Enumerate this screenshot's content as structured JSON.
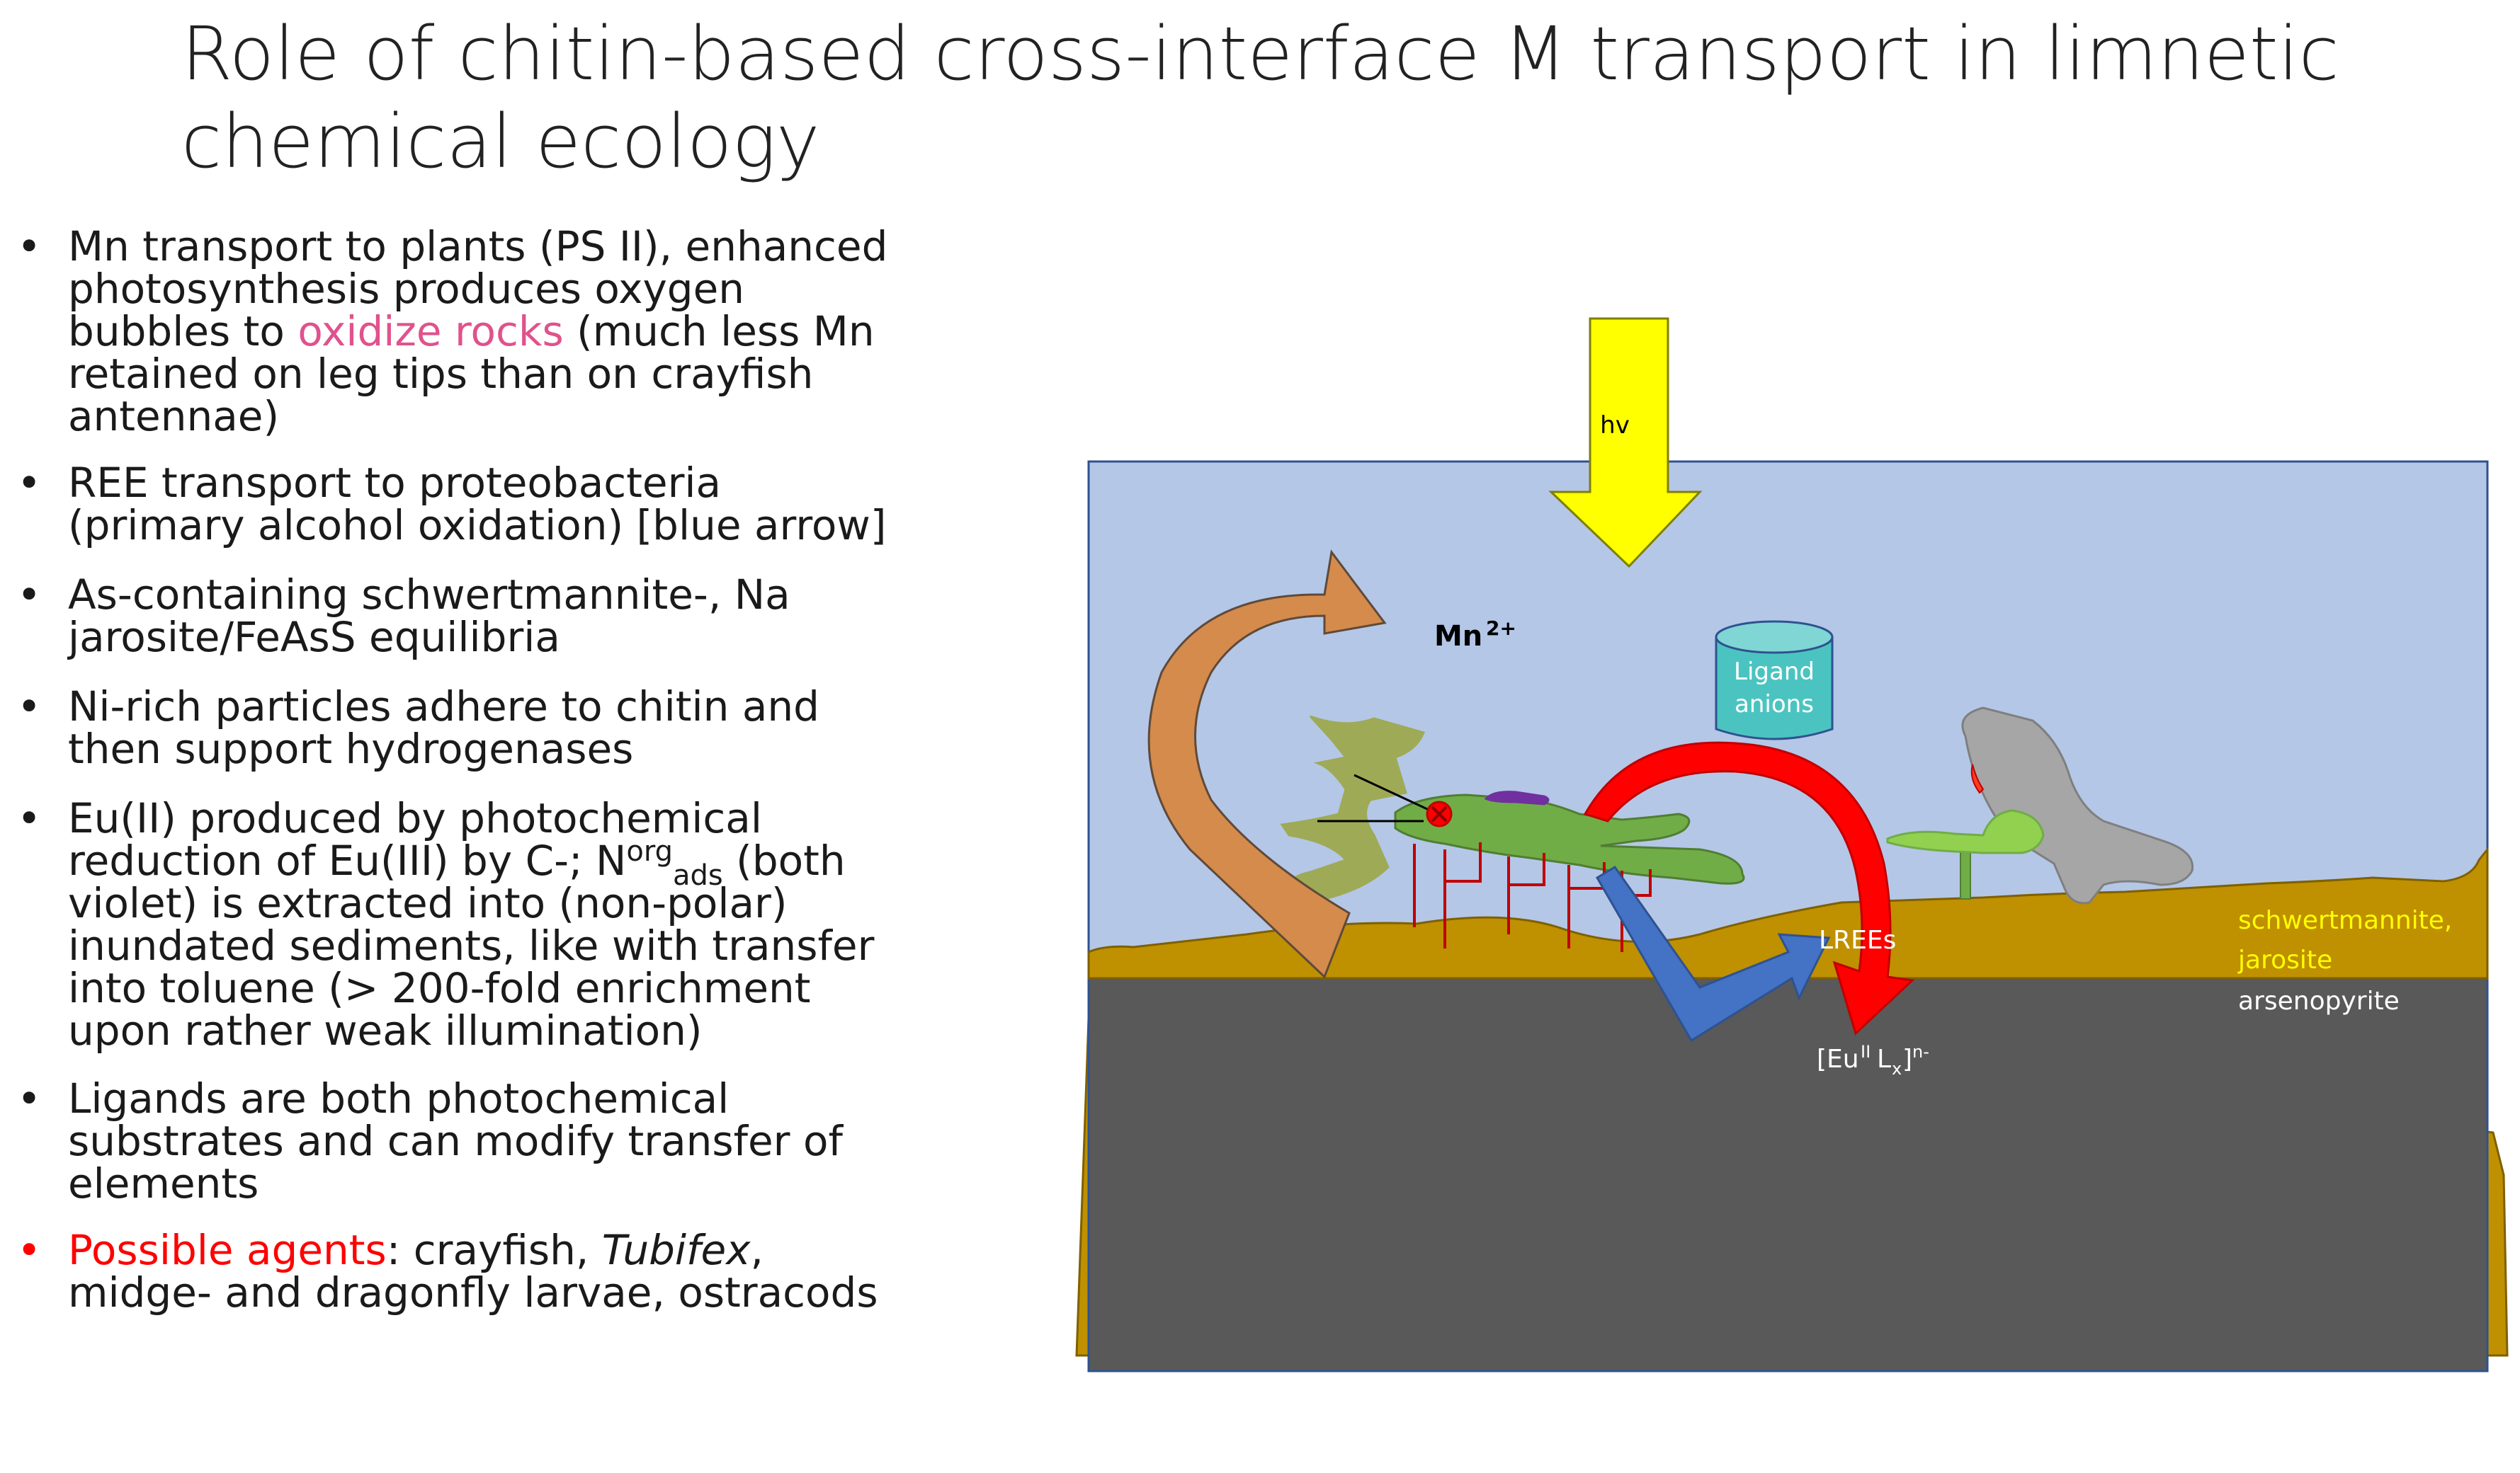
{
  "title": "Role of chitin-based cross-interface M transport in limnetic chemical ecology",
  "bullets": [
    {
      "text_before": "Mn transport to plants (PS II), enhanced photosynthesis produces oxygen bubbles to ",
      "highlight": "oxidize rocks",
      "text_after": " (much less Mn retained on leg tips than on crayfish antennae)"
    },
    {
      "text": "REE transport to proteobacteria (primary alcohol oxidation) [blue arrow]"
    },
    {
      "text": "As-containing schwertmannite-, Na jarosite/FeAsS equilibria"
    },
    {
      "text": "Ni-rich particles adhere to chitin and then support hydrogenases"
    },
    {
      "text_before": "Eu(II) produced by photochemical reduction of Eu(III) by C-; N",
      "sup": "org",
      "sub": "ads",
      "text_after": " (both violet) is extracted into (non-polar) inundated sediments, like with transfer into toluene (> 200-fold enrichment upon rather weak illumination)"
    },
    {
      "text": "Ligands are both photochemical substrates and can modify transfer of elements"
    },
    {
      "highlight": "Possible agents",
      "text_before": ": crayfish, ",
      "italic": "Tubifex",
      "text_after": ", midge- and dragonfly larvae, ostracods"
    }
  ],
  "diagram": {
    "hv_label": "hv",
    "mn_label": "Mn",
    "mn_charge": "2+",
    "ligand_line1": "Ligand",
    "ligand_line2": "anions",
    "lrees_label": "LREEs",
    "eu_label_main": "[Eu",
    "eu_label_sup": "II",
    "eu_label_l": "L",
    "eu_label_sub": "x",
    "eu_label_close": "]",
    "eu_label_charge": "n-",
    "schwertmannite_label": "schwertmannite,",
    "jarosite_label": "jarosite",
    "arsenopyrite_label": "arsenopyrite"
  },
  "colors": {
    "water": "#b4c7e7",
    "sediment": "#bf9000",
    "bedrock": "#595959",
    "sunlight_arrow": "#ffff00",
    "mn_arrow": "#d58b4c",
    "ree_arrow": "#4472c4",
    "eu_arrow": "#ff0000",
    "ligand_cylinder": "#4bc4c1",
    "crayfish": "#70ad47",
    "chitin_shell": "#9ba63d",
    "violet": "#7030a0",
    "rock": "#a6a6a6",
    "yellow_label": "#ffff00",
    "pink_text": "#e0528c"
  }
}
